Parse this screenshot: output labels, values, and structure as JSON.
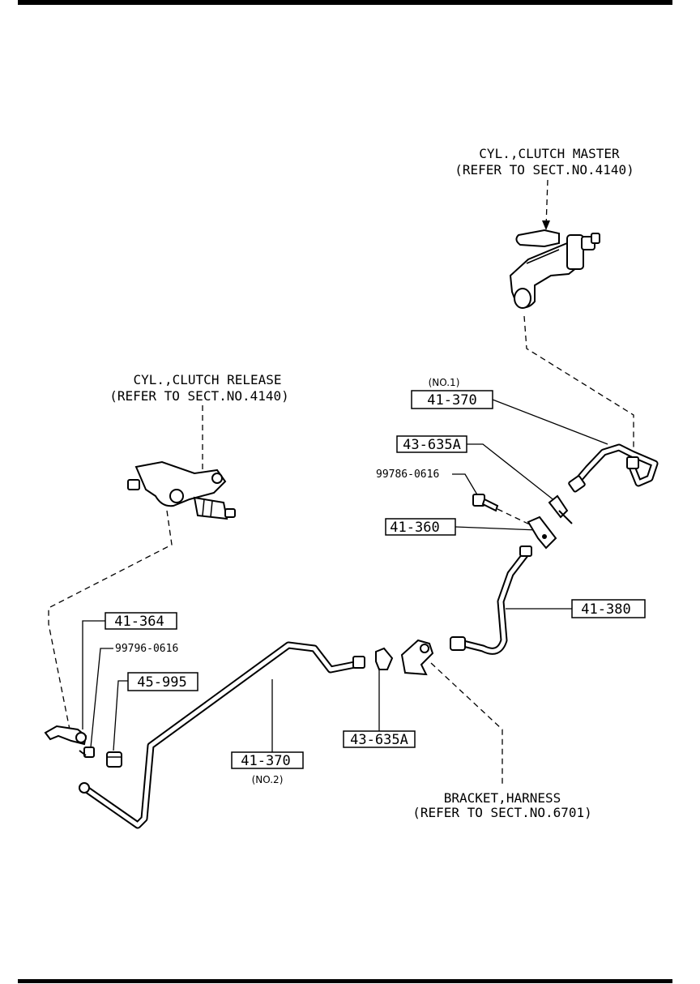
{
  "master_cylinder": {
    "title": "CYL.,CLUTCH MASTER",
    "reference": "(REFER TO SECT.NO.4140)"
  },
  "release_cylinder": {
    "title": "CYL.,CLUTCH RELEASE",
    "reference": "(REFER TO SECT.NO.4140)"
  },
  "bracket_harness": {
    "title": "BRACKET,HARNESS",
    "reference": "(REFER TO SECT.NO.6701)"
  },
  "parts": {
    "pipe_no1": {
      "number": "41-370",
      "note": "(NO.1)"
    },
    "clip_upper": {
      "number": "43-635A"
    },
    "bolt_upper": {
      "number": "99786-0616"
    },
    "bracket_41360": {
      "number": "41-360"
    },
    "hose_41380": {
      "number": "41-380"
    },
    "bracket_41364": {
      "number": "41-364"
    },
    "bolt_lower": {
      "number": "99796-0616"
    },
    "bushing_45995": {
      "number": "45-995"
    },
    "pipe_no2": {
      "number": "41-370",
      "note": "(NO.2)"
    },
    "clip_lower": {
      "number": "43-635A"
    }
  }
}
